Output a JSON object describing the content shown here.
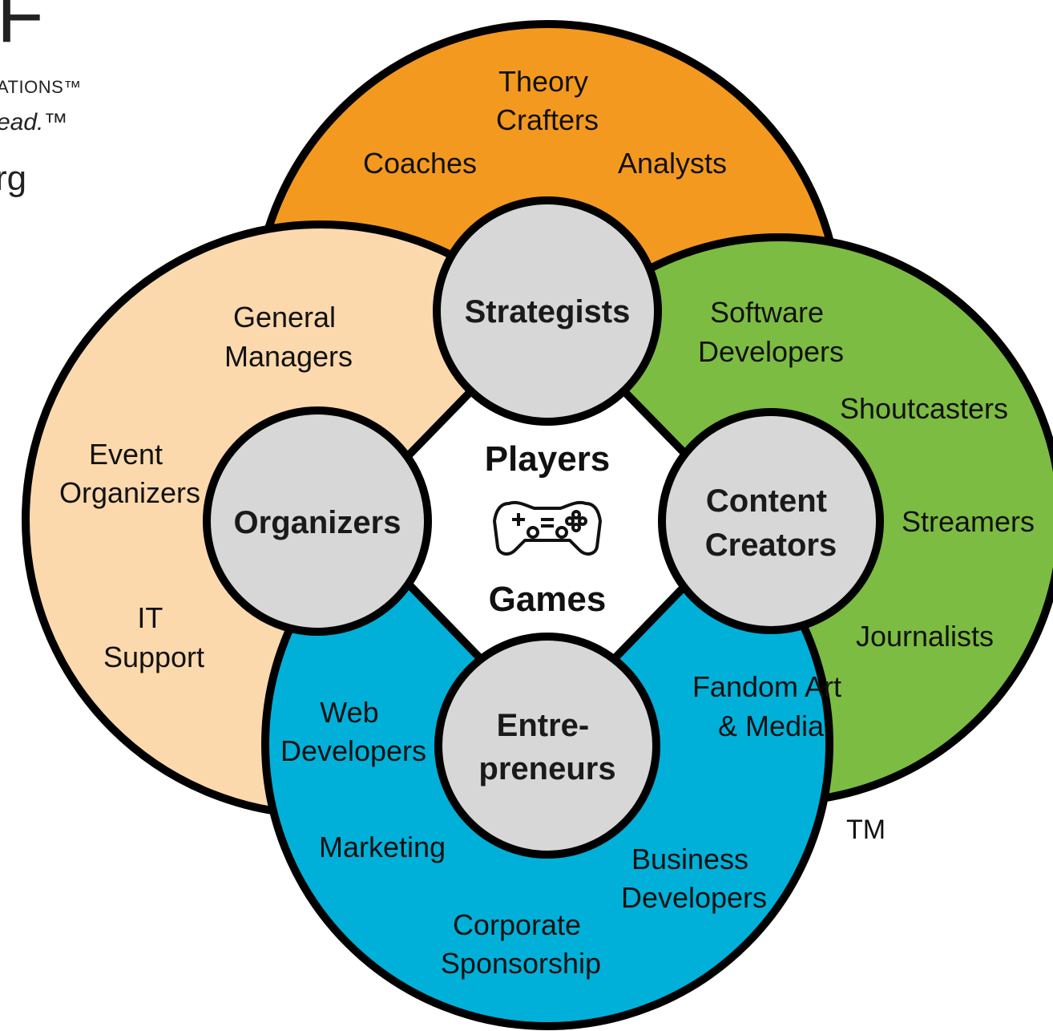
{
  "corner_fragments": {
    "logo_char": "F",
    "line1": "ATIONS™",
    "line2": "ead.™",
    "line3": "rg"
  },
  "trademark": "TM",
  "colors": {
    "orange": "#f4991f",
    "green": "#7cbc42",
    "blue": "#00b0d8",
    "peach": "#fcd9ad",
    "hub": "#d7d7d7",
    "outline": "#000000",
    "center": "#ffffff"
  },
  "center": {
    "title_top": "Players",
    "icon": "gamepad-icon",
    "title_bottom": "Games"
  },
  "hubs": {
    "top": {
      "lines": [
        "Strategists"
      ]
    },
    "left": {
      "lines": [
        "Organizers"
      ]
    },
    "right": {
      "lines": [
        "Content",
        "Creators"
      ]
    },
    "bottom": {
      "lines": [
        "Entre-",
        "preneurs"
      ]
    }
  },
  "petals": {
    "top": {
      "theory_crafters": [
        "Theory",
        "Crafters"
      ],
      "coaches": [
        "Coaches"
      ],
      "analysts": [
        "Analysts"
      ]
    },
    "left": {
      "general_managers": [
        "General",
        "Managers"
      ],
      "event_organizers": [
        "Event",
        "Organizers"
      ],
      "it_support": [
        "IT",
        "Support"
      ]
    },
    "right": {
      "software_developers": [
        "Software",
        "Developers"
      ],
      "shoutcasters": [
        "Shoutcasters"
      ],
      "streamers": [
        "Streamers"
      ],
      "journalists": [
        "Journalists"
      ],
      "fandom_art_media": [
        "Fandom Art",
        "& Media"
      ]
    },
    "bottom": {
      "web_developers": [
        "Web",
        "Developers"
      ],
      "marketing": [
        "Marketing"
      ],
      "business_developers": [
        "Business",
        "Developers"
      ],
      "corporate_sponsorship": [
        "Corporate",
        "Sponsorship"
      ]
    }
  }
}
